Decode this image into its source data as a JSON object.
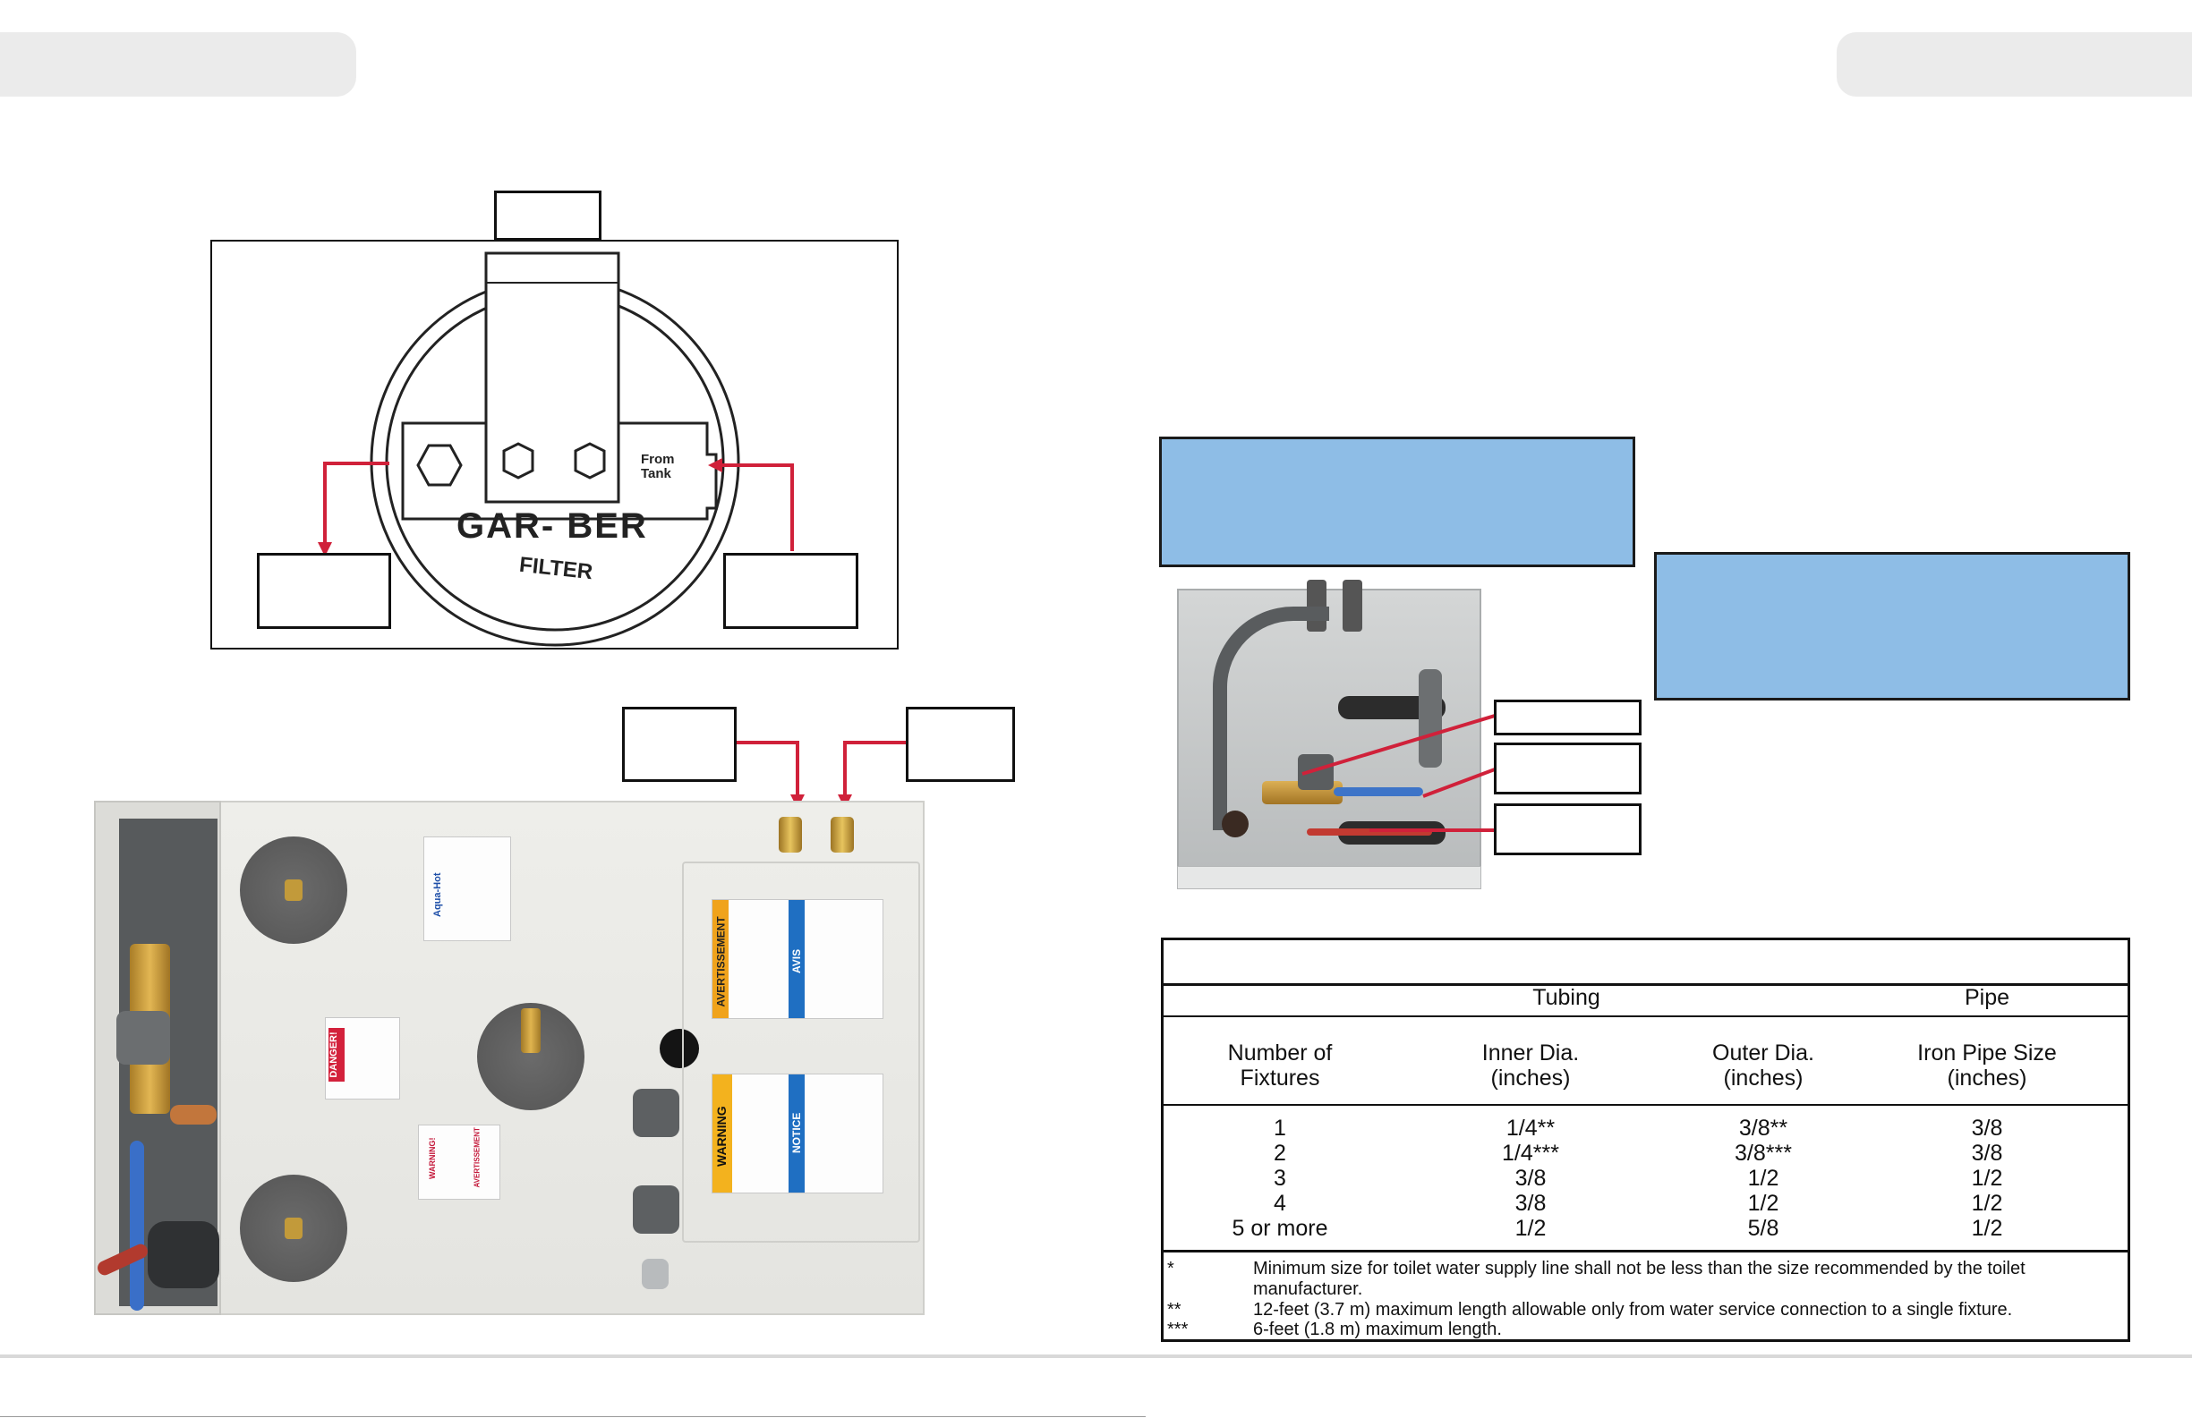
{
  "header": {
    "left_tab": "",
    "right_tab": ""
  },
  "filter_diagram": {
    "top_label": "",
    "left_label": "",
    "right_label": "",
    "brand_text": "GAR- BER",
    "filter_text": "FILTER",
    "from_tank_line1": "From",
    "from_tank_line2": "Tank"
  },
  "heater_photo": {
    "label_a": "",
    "label_b": "",
    "brand": "Aqua-Hot",
    "danger_sticker": "DANGER!",
    "warning_sticker_small": "WARNING!",
    "avertissement_small": "AVERTISSEMENT",
    "avertissement_label": "AVERTISSEMENT",
    "avis_label": "AVIS",
    "warning_label": "WARNING",
    "notice_label": "NOTICE"
  },
  "tank_photo": {
    "note_top": "",
    "note_right": "",
    "callouts": [
      "",
      "",
      ""
    ]
  },
  "size_table": {
    "title": "",
    "group_tubing": "Tubing",
    "group_pipe": "Pipe",
    "headers": [
      {
        "line1": "Number of",
        "line2": "Fixtures"
      },
      {
        "line1": "Inner Dia.",
        "line2": "(inches)"
      },
      {
        "line1": "Outer Dia.",
        "line2": "(inches)"
      },
      {
        "line1": "Iron Pipe Size",
        "line2": "(inches)"
      }
    ],
    "rows": [
      [
        "1",
        "1/4**",
        "3/8**",
        "3/8"
      ],
      [
        "2",
        "1/4***",
        "3/8***",
        "3/8"
      ],
      [
        "3",
        "3/8",
        "1/2",
        "1/2"
      ],
      [
        "4",
        "3/8",
        "1/2",
        "1/2"
      ],
      [
        "5 or more",
        "1/2",
        "5/8",
        "1/2"
      ]
    ],
    "notes": [
      {
        "mark": "*",
        "text": "Minimum size for toilet water supply line shall not be less than the size recommended by the toilet manufacturer."
      },
      {
        "mark": "**",
        "text": "12-feet (3.7 m) maximum length allowable only from water service connection to a single fixture."
      },
      {
        "mark": "***",
        "text": "6-feet (1.8 m) maximum length."
      }
    ]
  }
}
